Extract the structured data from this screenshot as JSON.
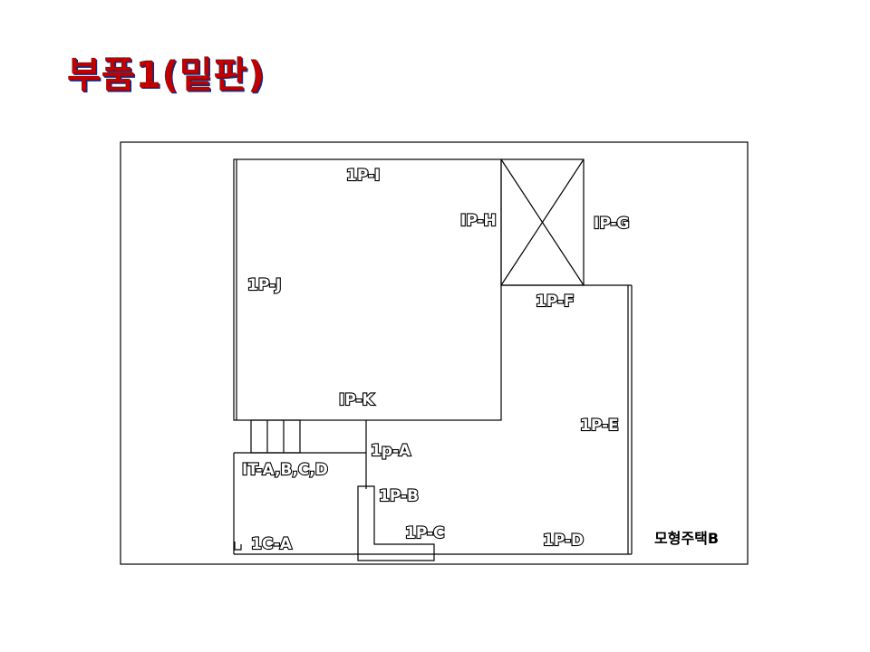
{
  "title": "부품1(밑판)",
  "labels": {
    "p_i": "1P-I",
    "p_h": "IP-H",
    "p_g": "IP-G",
    "p_j": "1P-J",
    "p_f": "1P-F",
    "p_k": "IP-K",
    "p_e": "1P-E",
    "p_a": "1p-A",
    "it": "IT-A,B,C,D",
    "p_b": "1P-B",
    "p_c": "1P-C",
    "p_d": "1P-D",
    "c_a": "1C-A",
    "model": "모형주택B"
  }
}
